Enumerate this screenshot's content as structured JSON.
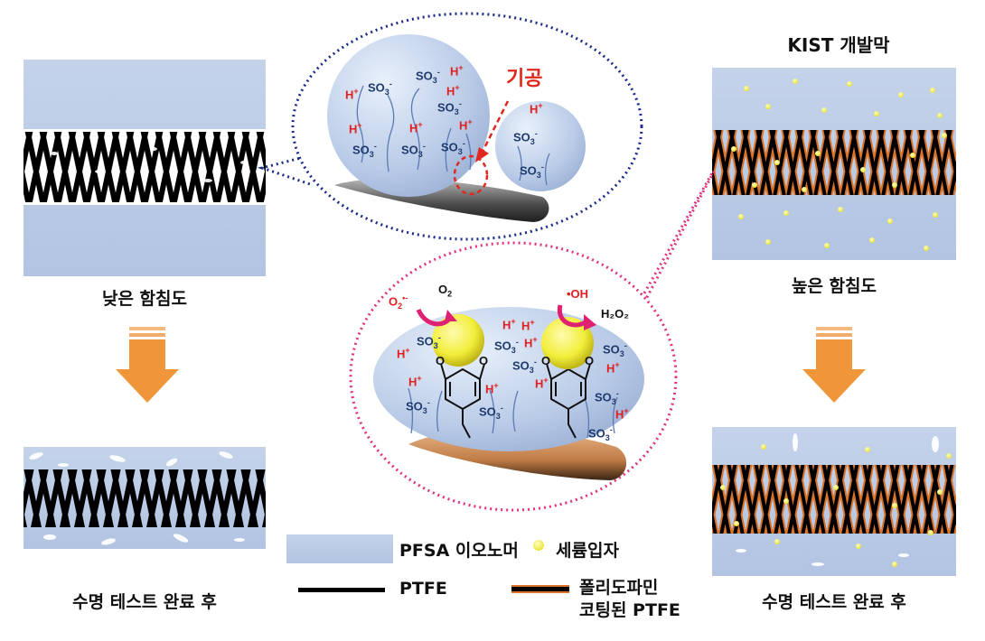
{
  "labels": {
    "kist_title": "KIST 개발막",
    "low_impregnation": "낮은 함침도",
    "high_impregnation": "높은 함침도",
    "after_test_left": "수명 테스트 완료 후",
    "after_test_right": "수명 테스트 완료 후",
    "pore": "기공"
  },
  "chem": {
    "so3": "SO",
    "so3_sub": "3",
    "so3_sup": "-",
    "h": "H",
    "h_sup": "+",
    "o2_radical": "O",
    "o2_radical_sub": "2",
    "o2_radical_sup": "•-",
    "o2": "O",
    "o2_sub": "2",
    "oh_radical": "•OH",
    "h2o2": "H₂O₂",
    "o_atom": "O"
  },
  "legend": {
    "pfsa": "PFSA 이오노머",
    "ptfe": "PTFE",
    "ceria": "세륨입자",
    "pda_line1": "폴리도파민",
    "pda_line2": "코팅된 PTFE"
  },
  "colors": {
    "ionomer": "#bccde6",
    "ionomer_dark": "#9fb4d8",
    "ptfe": "#000000",
    "pda": "#e07a28",
    "ceria": "#f2ee3a",
    "h_red": "#e02020",
    "so3_blue": "#1f3b6e",
    "pore_red": "#e0281e",
    "arrow_orange": "#f0963a",
    "callout_blue": "#1a2a8a",
    "callout_pink": "#e0307e"
  }
}
